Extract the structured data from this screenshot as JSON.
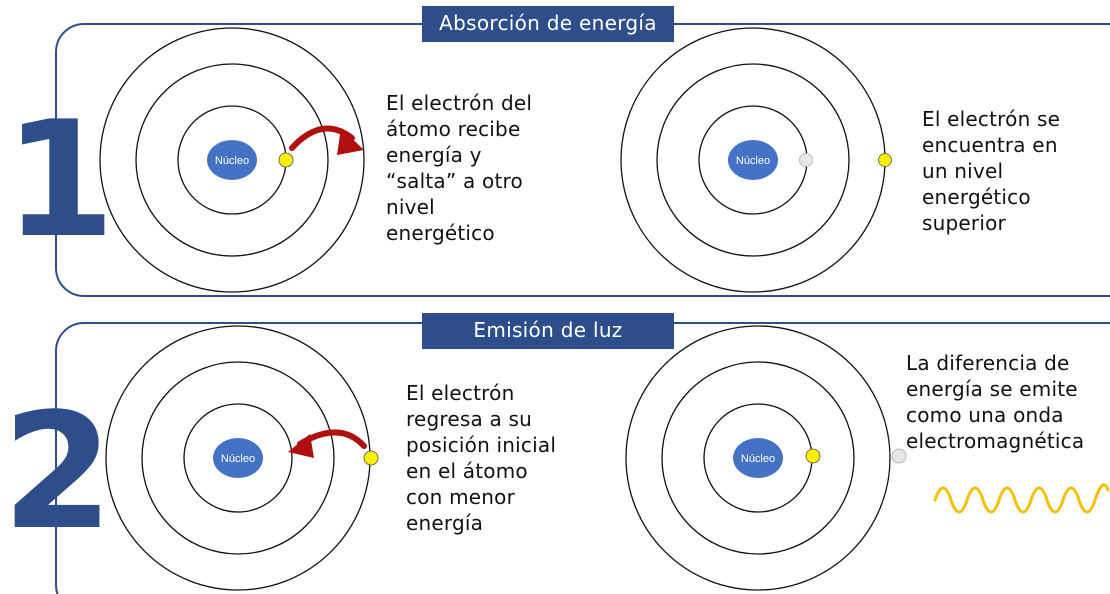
{
  "panel1": {
    "title": "Absorción de energía",
    "number": "1",
    "left_text": [
      "El electrón del",
      "átomo recibe",
      "energía y",
      "“salta” a otro",
      "nivel",
      "energético"
    ],
    "right_text": [
      "El electrón se",
      "encuentra en",
      "un nivel",
      "energético",
      "superior"
    ]
  },
  "panel2": {
    "title": "Emisión de luz",
    "number": "2",
    "left_text": [
      "El electrón",
      "regresa a su",
      "posición inicial",
      "en el átomo",
      "con menor",
      "energía"
    ],
    "right_text": [
      "La diferencia de",
      "energía se emite",
      "como una onda",
      "electromagnética"
    ]
  },
  "nucleus_label": "Núcleo",
  "colors": {
    "frame": "#2e4d8b",
    "nucleus": "#4472c4",
    "electron": "#ffee00",
    "ghost_electron": "#e6e6e6",
    "arrow": "#b01010",
    "wave": "#f5c000"
  }
}
